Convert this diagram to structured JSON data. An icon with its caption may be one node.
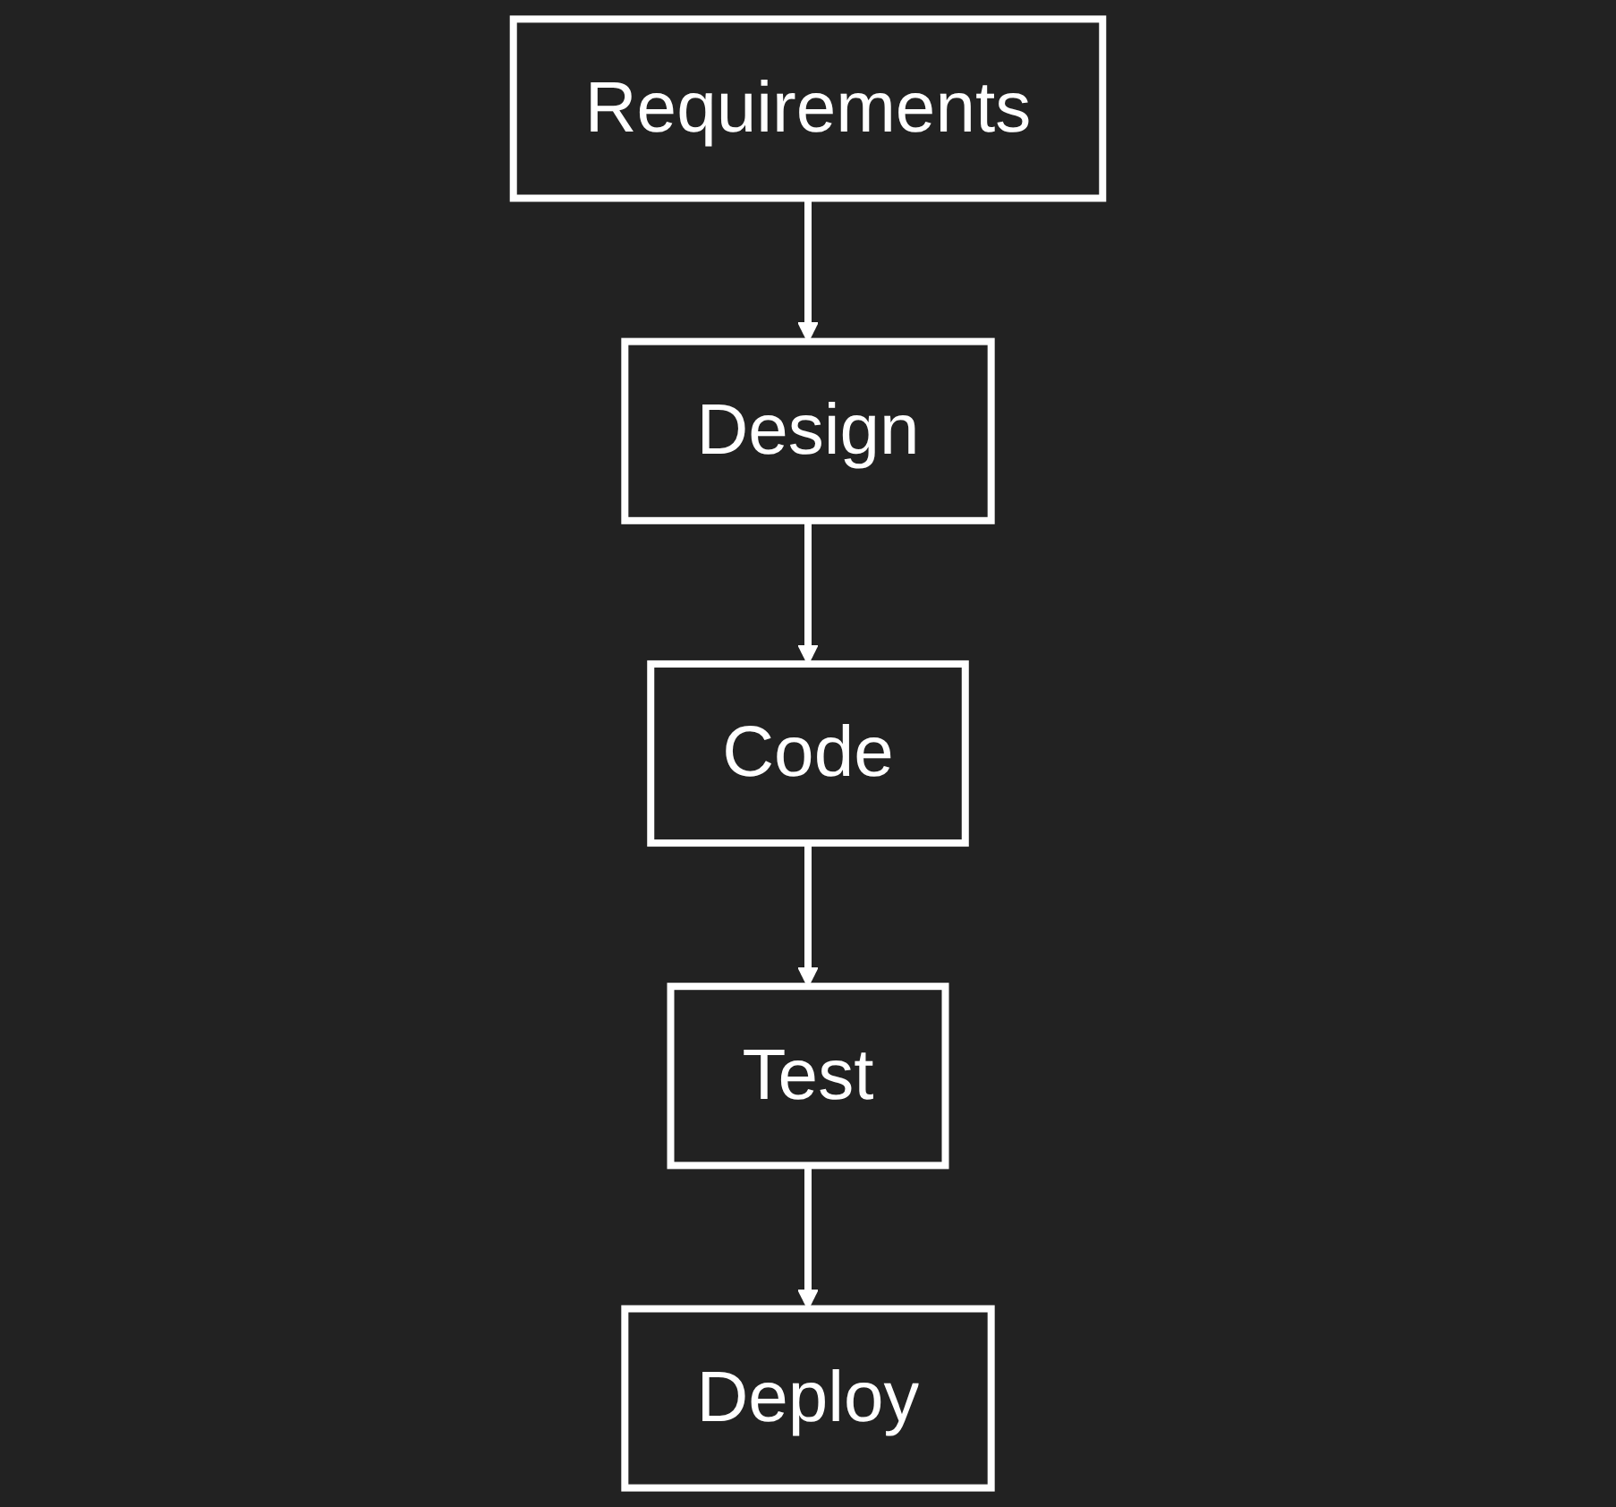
{
  "diagram": {
    "nodes": [
      {
        "text": [
          "Requirements"
        ]
      },
      {
        "text": [
          "Design"
        ]
      },
      {
        "text": [
          "Code"
        ]
      },
      {
        "text": [
          "Test"
        ]
      },
      {
        "text": [
          "Deploy"
        ]
      }
    ],
    "edges": [
      {
        "from": 0,
        "to": 1,
        "arrow": "to"
      },
      {
        "from": 1,
        "to": 2,
        "arrow": "to"
      },
      {
        "from": 2,
        "to": 3,
        "arrow": "to"
      },
      {
        "from": 3,
        "to": 4,
        "arrow": "to"
      }
    ]
  }
}
